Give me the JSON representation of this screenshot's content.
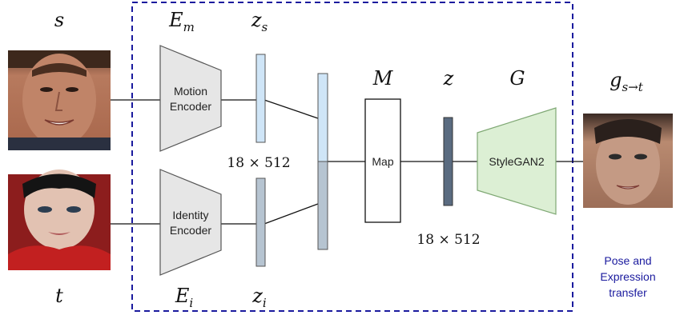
{
  "labels": {
    "source": "s",
    "target": "t",
    "motion_encoder_symbol": "E",
    "motion_encoder_sub": "m",
    "identity_encoder_symbol": "E",
    "identity_encoder_sub": "i",
    "zs_symbol": "z",
    "zs_sub": "s",
    "zi_symbol": "z",
    "zi_sub": "i",
    "map_symbol": "M",
    "z_symbol": "z",
    "generator_symbol": "G",
    "output_symbol": "g",
    "output_sub": "s→t",
    "dim_left": "18 × 512",
    "dim_right": "18 × 512"
  },
  "blocks": {
    "motion_encoder_line1": "Motion",
    "motion_encoder_line2": "Encoder",
    "identity_encoder_line1": "Identity",
    "identity_encoder_line2": "Encoder",
    "map": "Map",
    "stylegan": "StyleGAN2"
  },
  "caption": {
    "line1": "Pose and",
    "line2": "Expression",
    "line3": "transfer"
  },
  "colors": {
    "dashed_border": "#1a1a9e",
    "encoder_fill": "#e6e6e6",
    "zs_fill": "#cfe5f7",
    "zi_fill": "#b6c4d1",
    "z_fill": "#5a6b80",
    "stylegan_fill": "#dcefd4"
  }
}
